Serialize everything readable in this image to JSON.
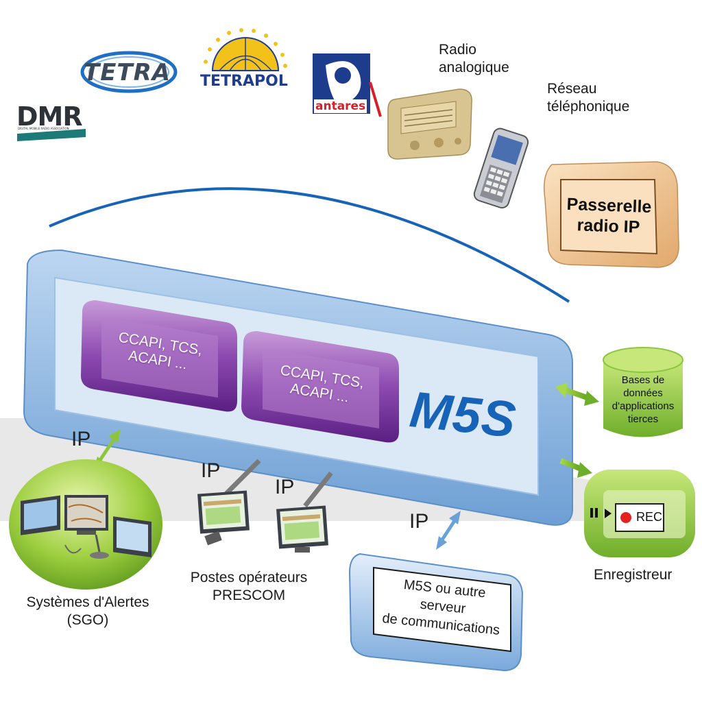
{
  "logos": {
    "tetra": "TETRA",
    "tetrapol": "TETRAPOL",
    "dmr": "DMR",
    "dmr_sub": "DIGITAL MOBILE RADIO ASSOCIATION",
    "antares": "antares"
  },
  "labels": {
    "radio_analogique": "Radio\nanalogique",
    "reseau_telephonique": "Réseau\ntéléphonique",
    "passerelle": "Passerelle\nradio IP",
    "module_1": "CCAPI, TCS,\nACAPI ...",
    "module_2": "CCAPI, TCS,\nACAPI ...",
    "m5s": "M5S",
    "bases_donnees": "Bases de\ndonnées\nd'applications\ntierces",
    "rec": "REC",
    "enregistreur": "Enregistreur",
    "serveur": "M5S ou autre\nserveur\nde communications",
    "postes": "Postes opérateurs\nPRESCOM",
    "systemes": "Systèmes d'Alertes\n(SGO)",
    "ip": "IP"
  },
  "colors": {
    "m5s_blue": "#1763b8",
    "module_purple": "#7b3f9e",
    "database_green": "#8cc63f",
    "gateway_beige": "#f3cfa3",
    "server_blue": "#cfe2f5"
  }
}
